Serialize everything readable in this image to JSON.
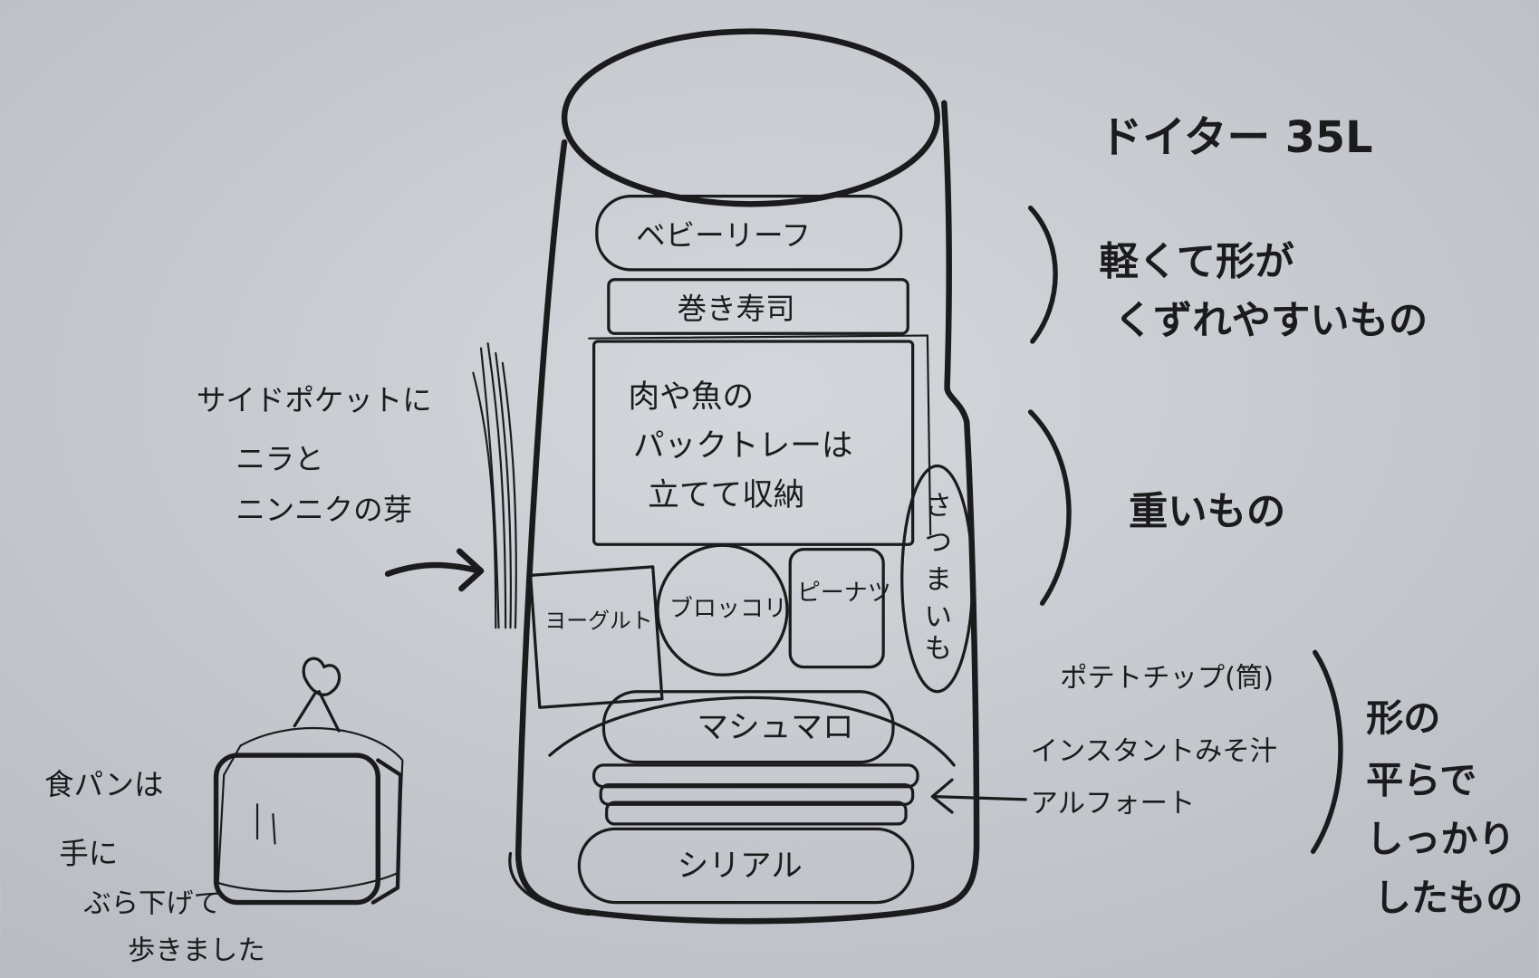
{
  "title": "ドイター 35L",
  "zones": {
    "top": [
      "軽くて形が",
      "くずれやすいもの"
    ],
    "middle": "重いもの",
    "bottom": [
      "形の",
      "平らで",
      "しっかり",
      "したもの"
    ]
  },
  "items": {
    "baby_leaf": "ベビーリーフ",
    "maki": "巻き寿司",
    "meat": [
      "肉や魚の",
      "パックトレーは",
      "立てて収納"
    ],
    "sweet_potato": [
      "さ",
      "つ",
      "ま",
      "い",
      "も"
    ],
    "yogurt": "ヨーグルト",
    "broccoli": "ブロッコリ",
    "peanuts": "ピーナツ",
    "marshmallow": "マシュマロ",
    "cereal": "シリアル"
  },
  "side_pocket": [
    "サイドポケットに",
    "ニラと",
    "ニンニクの芽"
  ],
  "flat_items": [
    "ポテトチップ(筒)",
    "インスタントみそ汁",
    "アルフォート"
  ],
  "bread_note": [
    "食パンは",
    "手に",
    "ぶら下げて",
    "歩きました"
  ],
  "colors": {
    "paper": "#c9cdd3",
    "ink": "#1b1b1d"
  }
}
